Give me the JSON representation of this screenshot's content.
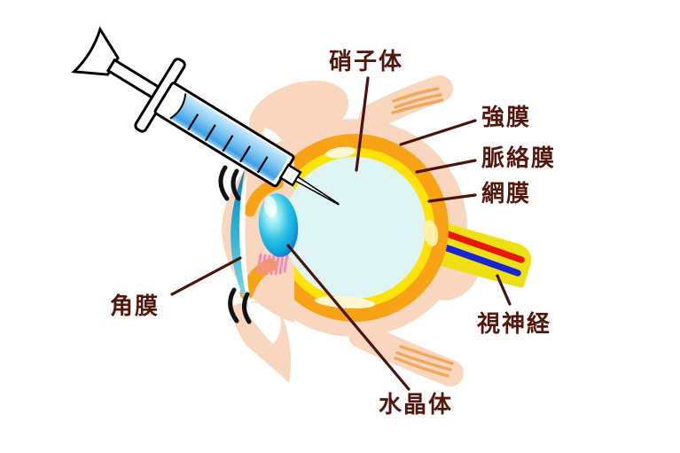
{
  "figure": {
    "labels": {
      "vitreous": "硝子体",
      "sclera": "強膜",
      "choroid": "脈絡膜",
      "retina": "網膜",
      "cornea": "角膜",
      "optic_nerve": "視神経",
      "lens": "水晶体"
    },
    "colors": {
      "flesh": "#F9D7BE",
      "muscle_stripe": "#F3A758",
      "sclera_orange": "#F8A315",
      "choroid_yellow": "#FFE20A",
      "vitreous_cyan": "#DFF5F3",
      "lens_blue": "#0B57C8",
      "cornea_teal": "#0A7EB4",
      "optic_nerve_yellow": "#EDE014",
      "optic_nerve_red": "#E8180C",
      "optic_nerve_blue": "#1823D6",
      "leader_line": "#4A140C",
      "label_text": "#54170E",
      "syringe_liquid": "#7CC4F2"
    }
  }
}
